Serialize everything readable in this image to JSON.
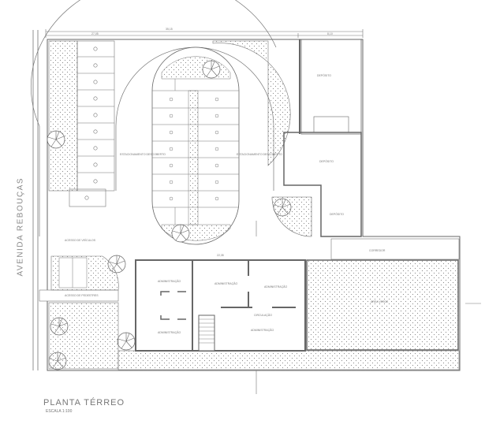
{
  "drawing": {
    "title": "PLANTA TÉRREO",
    "scale": "ESCALA 1:100",
    "street_name": "AVENIDA REBOUÇAS"
  },
  "dimensions": {
    "top_total": "35,15",
    "top_left": "27,05",
    "top_right": "8,10",
    "building_width": "22,35"
  },
  "labels": {
    "vehicle_access": "ACESSO DE VEÍCULOS",
    "pedestrian_access": "ACESSO DE PEDESTRES",
    "uncovered_parking_left": "ESTACIONAMENTO DESCOBERTO",
    "uncovered_parking_right": "ESTACIONAMENTO DESCOBERTO",
    "right_upper_room": "DEPÓSITO",
    "right_mid_room": "DEPÓSITO",
    "right_lower_room": "DEPÓSITO",
    "main_room_1": "ADMINISTRAÇÃO",
    "main_room_2": "ADMINISTRAÇÃO",
    "main_room_3": "ADMINISTRAÇÃO",
    "main_room_4": "ADMINISTRAÇÃO",
    "main_room_5": "ADMINISTRAÇÃO",
    "circulation": "CIRCULAÇÃO",
    "garden_area": "ÁREA VERDE",
    "covered_walkway": "CORREDOR"
  },
  "colors": {
    "line": "#555555",
    "wall": "#7a7a7a",
    "hatch_dot": "#9a9a9a",
    "background": "#ffffff"
  }
}
